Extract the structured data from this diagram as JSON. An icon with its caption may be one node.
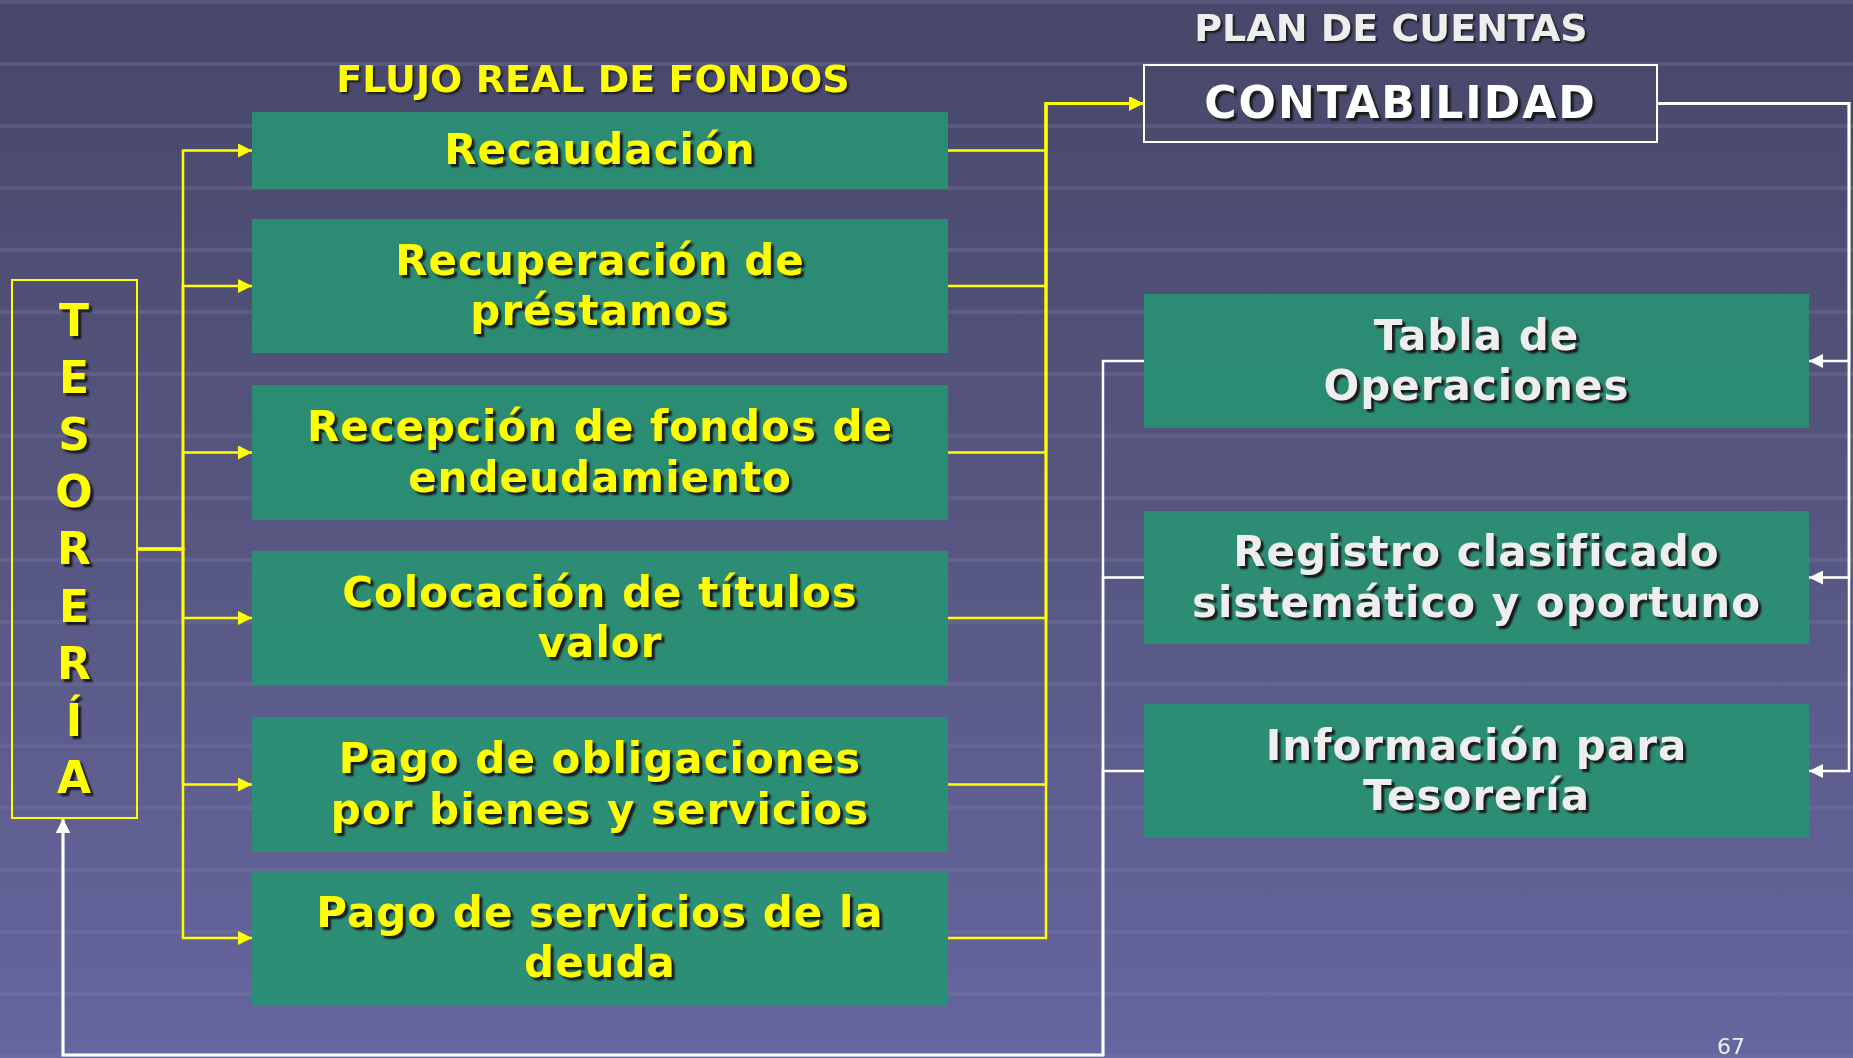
{
  "diagram": {
    "nodes": [
      {
        "text": [
          "TESORERÍA"
        ]
      },
      {
        "text": [
          "Recaudación"
        ]
      },
      {
        "text": [
          "Recuperación de préstamos"
        ]
      },
      {
        "text": [
          "Recepción de fondos de endeudamiento"
        ]
      },
      {
        "text": [
          "Colocación de títulos valor"
        ]
      },
      {
        "text": [
          "Pago de obligaciones por bienes y servicios"
        ]
      },
      {
        "text": [
          "Pago de servicios de la deuda"
        ]
      },
      {
        "text": [
          "CONTABILIDAD"
        ]
      },
      {
        "text": [
          "Tabla de Operaciones"
        ]
      },
      {
        "text": [
          "Registro clasificado sistemático y oportuno"
        ]
      },
      {
        "text": [
          "Información para Tesorería"
        ]
      }
    ],
    "edges": [
      {
        "from": 0,
        "to": 1,
        "arrow": "to"
      },
      {
        "from": 0,
        "to": 2,
        "arrow": "to"
      },
      {
        "from": 0,
        "to": 3,
        "arrow": "to"
      },
      {
        "from": 0,
        "to": 4,
        "arrow": "to"
      },
      {
        "from": 0,
        "to": 5,
        "arrow": "to"
      },
      {
        "from": 0,
        "to": 6,
        "arrow": "to"
      },
      {
        "from": 1,
        "to": 7,
        "arrow": "to"
      },
      {
        "from": 2,
        "to": 7,
        "arrow": "to"
      },
      {
        "from": 3,
        "to": 7,
        "arrow": "to"
      },
      {
        "from": 4,
        "to": 7,
        "arrow": "to"
      },
      {
        "from": 5,
        "to": 7,
        "arrow": "to"
      },
      {
        "from": 6,
        "to": 7,
        "arrow": "to"
      },
      {
        "from": 7,
        "to": 8,
        "arrow": "to",
        "color": "#ffffff"
      },
      {
        "from": 7,
        "to": 9,
        "arrow": "to",
        "color": "#ffffff"
      },
      {
        "from": 7,
        "to": 10,
        "arrow": "to",
        "color": "#ffffff"
      },
      {
        "from": 8,
        "to": 0,
        "arrow": "to",
        "color": "#ffffff"
      },
      {
        "from": 9,
        "to": 0,
        "arrow": "to",
        "color": "#ffffff"
      },
      {
        "from": 10,
        "to": 0,
        "arrow": "to",
        "color": "#ffffff"
      }
    ],
    "labels": [
      "PLAN DE CUENTAS",
      "FLUJO REAL DE FONDOS",
      "67"
    ]
  }
}
